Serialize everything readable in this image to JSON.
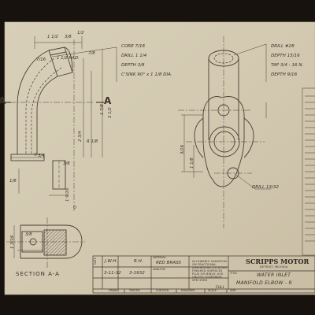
{
  "drawing": {
    "notes_left": [
      "CORE 7/16",
      "DRILL 1 1/4",
      "DEPTH 3/8",
      "C'SINK 90° x 1 1/8 DIA."
    ],
    "notes_right": [
      "DRILL #28",
      "DEPTH 15/16",
      "TAP 3/4 - 16 N.",
      "DEPTH 9/16"
    ],
    "drill_label": "DRILL 13/32",
    "section_label": "SECTION A-A",
    "section_marker": "A",
    "dimensions": {
      "top_a": "1 1/2",
      "top_b": "3/8",
      "top_c": "1/2",
      "rad_a": "1 1/2 RAD.",
      "rad_b": "7/8",
      "left_a": "7/16",
      "side_a": "1 7/8",
      "side_b": "2 1/2",
      "side_c": "R 1/8",
      "mid_a": "3/4",
      "mid_b": "2 3/4",
      "lower_a": "1 9/16",
      "lower_b": "1/8",
      "lower_c": "3/8",
      "right_a": "3/16",
      "right_b": "1 1/8",
      "sec_a": "1 3/16",
      "sec_b": "3/8"
    }
  },
  "title_block": {
    "company": "SCRIPPS MOTOR",
    "company_sub": "DETROIT, MICHIGA",
    "notice": "ALLOWABLE VARIATION ON FRACTIONAL DIMENSIONS LOCATING FINISHED SURFACES PLUS OR MINUS .005 UNLESS OTHERWISE SPECIFIED",
    "title_label": "TITLE",
    "title_line1": "WATER INLET",
    "title_line2": "MANIFOLD ELBOW - R",
    "material_label": "MATERIAL",
    "material_value": "RED BRASS",
    "analysis_label": "ANALYSIS",
    "drawn_label": "DATE",
    "drawn_by": "J.W.H.",
    "date1": "3-11-32",
    "checked_by": "R.H.",
    "date2": "3-1932",
    "footer_labels": [
      "DRAWN",
      "TRACED",
      "CHECKED",
      "ENGINEER",
      "SCALE",
      "SIZE"
    ],
    "scale_value": "FULL"
  }
}
